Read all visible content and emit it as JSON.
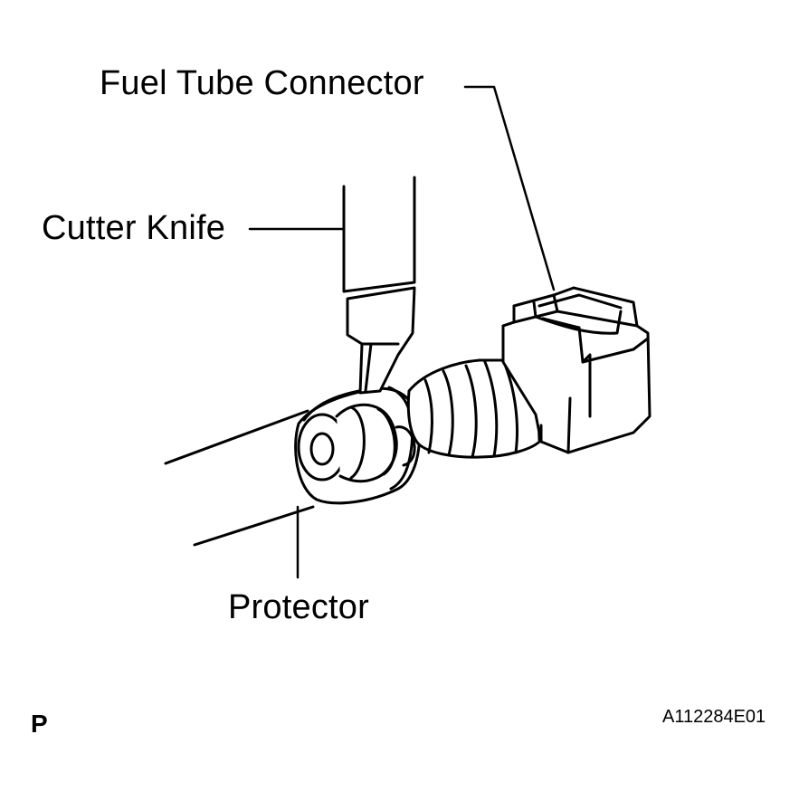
{
  "labels": {
    "fuel_tube_connector": "Fuel Tube Connector",
    "cutter_knife": "Cutter Knife",
    "protector": "Protector"
  },
  "footer": {
    "view_code": "P",
    "figure_id": "A112284E01"
  }
}
